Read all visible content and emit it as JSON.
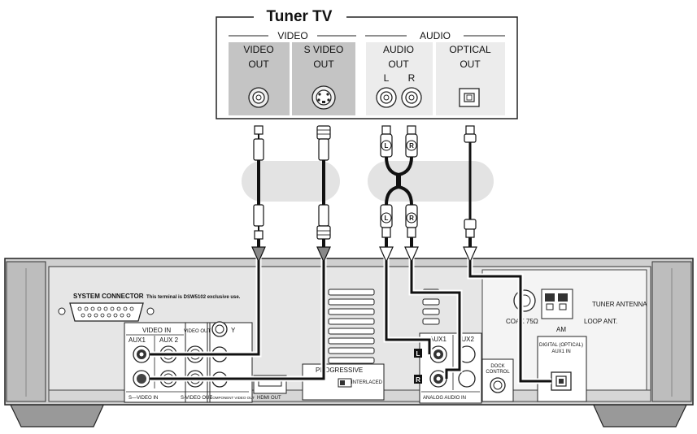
{
  "title": "Tuner TV",
  "groups": {
    "video": "VIDEO",
    "audio": "AUDIO"
  },
  "tv_outputs": {
    "video_out": [
      "VIDEO",
      "OUT"
    ],
    "s_video_out": [
      "S VIDEO",
      "OUT"
    ],
    "audio_out": [
      "AUDIO",
      "OUT"
    ],
    "audio_l": "L",
    "audio_r": "R",
    "optical_out": [
      "OPTICAL",
      "OUT"
    ]
  },
  "plug_labels": {
    "left": "L",
    "right": "R"
  },
  "receiver": {
    "system_connector": "SYSTEM CONNECTOR",
    "system_note": "This terminal is DSW5102 exclusive use.",
    "video_in": "VIDEO IN",
    "aux1": "AUX1",
    "aux2": "AUX 2",
    "video_out": "VIDEO OUT",
    "y_label": "Y",
    "s_video_in": "S—VIDEO  IN",
    "s_video_out": "S-VIDEO OUT",
    "component_video_out": "COMPONENT VIDEO OUT",
    "hdmi_out": "HDMI OUT",
    "progressive": "PROGRESSIVE",
    "interlaced": "INTERLACED",
    "aux1_audio": "AUX1",
    "aux2_audio": "AUX2",
    "analog_audio_in": "ANALOG AUDIO IN",
    "dock_control": [
      "DOCK",
      "CONTROL"
    ],
    "coax": "COAX 75Ω",
    "am": "AM",
    "loop_ant": "LOOP ANT.",
    "tuner_antenna": "TUNER ANTENNA",
    "digital_optical": [
      "DIGITAL (OPTICAL)",
      "AUX1 IN"
    ],
    "channel_l": "L",
    "channel_r": "R"
  }
}
